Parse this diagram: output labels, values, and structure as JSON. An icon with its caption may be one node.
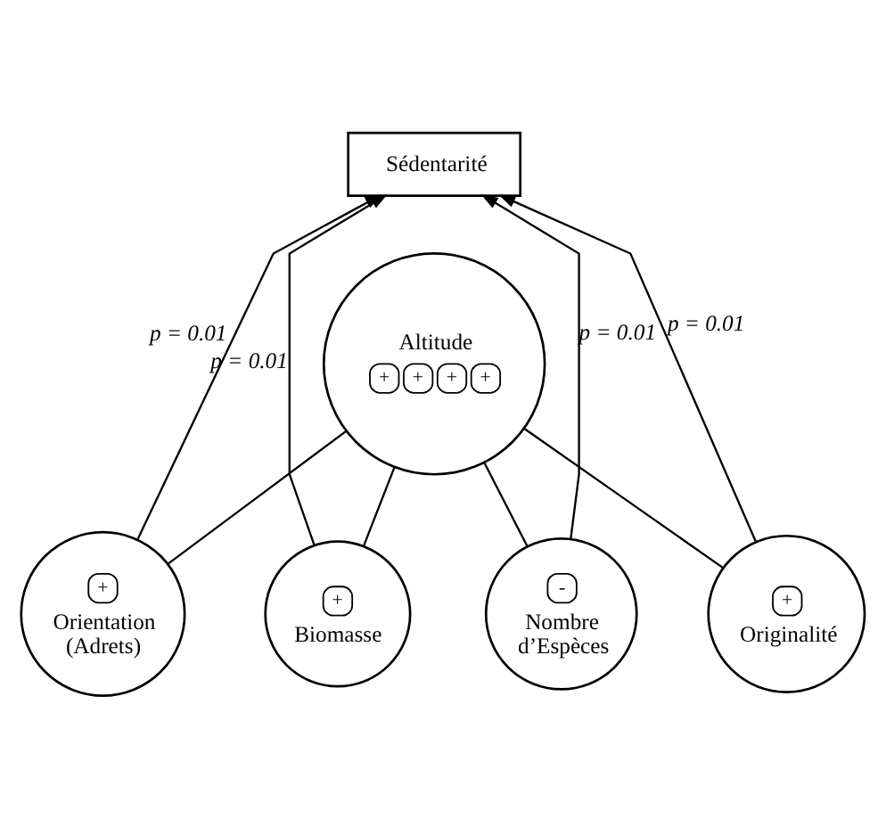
{
  "diagram": {
    "nodes": [
      {
        "text": [
          "Sédentarité"
        ]
      },
      {
        "text": [
          "Altitude",
          "+",
          "+",
          "+",
          "+"
        ]
      },
      {
        "text": [
          "+",
          "Biomasse"
        ]
      },
      {
        "text": [
          "-",
          "Nombre d’Espèces"
        ]
      },
      {
        "text": [
          "+",
          "Originalité"
        ]
      },
      {
        "text": [
          "+",
          "Orientation (Adrets)"
        ]
      }
    ],
    "edges": [
      {
        "from": 1,
        "to": 2,
        "arrow": "none"
      },
      {
        "from": 1,
        "to": 3,
        "arrow": "none"
      },
      {
        "from": 1,
        "to": 4,
        "arrow": "none"
      },
      {
        "from": 1,
        "to": 5,
        "arrow": "none"
      },
      {
        "from": 4,
        "to": 0,
        "arrow": "to",
        "label": "p = 0.01"
      },
      {
        "from": 2,
        "to": 0,
        "arrow": "to",
        "label": "p = 0.01"
      },
      {
        "from": 3,
        "to": 0,
        "arrow": "to",
        "label": "p = 0.01"
      },
      {
        "from": 5,
        "to": 0,
        "arrow": "to",
        "label": "p = 0.01"
      }
    ]
  }
}
